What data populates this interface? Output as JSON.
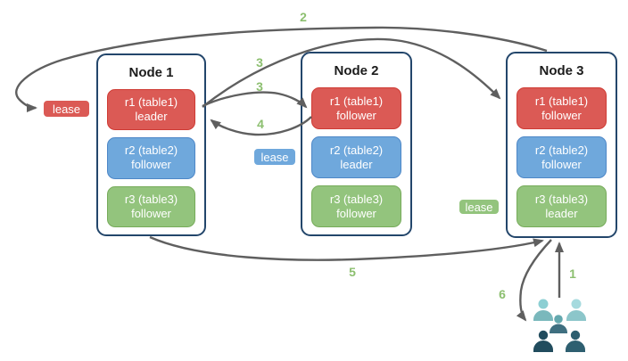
{
  "diagram": {
    "nodes": [
      {
        "title": "Node 1",
        "replicas": [
          {
            "name": "r1 (table1)",
            "role": "leader",
            "color": "red"
          },
          {
            "name": "r2 (table2)",
            "role": "follower",
            "color": "blue"
          },
          {
            "name": "r3 (table3)",
            "role": "follower",
            "color": "green"
          }
        ]
      },
      {
        "title": "Node 2",
        "replicas": [
          {
            "name": "r1 (table1)",
            "role": "follower",
            "color": "red"
          },
          {
            "name": "r2 (table2)",
            "role": "leader",
            "color": "blue"
          },
          {
            "name": "r3 (table3)",
            "role": "follower",
            "color": "green"
          }
        ]
      },
      {
        "title": "Node 3",
        "replicas": [
          {
            "name": "r1 (table1)",
            "role": "follower",
            "color": "red"
          },
          {
            "name": "r2 (table2)",
            "role": "follower",
            "color": "blue"
          },
          {
            "name": "r3 (table3)",
            "role": "leader",
            "color": "green"
          }
        ]
      }
    ],
    "leases": [
      {
        "label": "lease",
        "color": "red"
      },
      {
        "label": "lease",
        "color": "blue"
      },
      {
        "label": "lease",
        "color": "green"
      }
    ],
    "steps": {
      "s1": "1",
      "s2": "2",
      "s3a": "3",
      "s3b": "3",
      "s4": "4",
      "s5": "5",
      "s6": "6"
    },
    "colors": {
      "red-fill": "#db5a55",
      "red-stroke": "#cf3b34",
      "blue-fill": "#6fa8dc",
      "blue-stroke": "#4d87c7",
      "green-fill": "#93c47d",
      "green-stroke": "#76ab5a",
      "node-border": "#23466b",
      "arrow": "#5f5f5f",
      "step-label": "#8cbf6f",
      "title-text": "#1c1c1c",
      "box-text": "#ffffff"
    },
    "users_icon": {
      "name": "users-group-icon",
      "members": [
        {
          "position": "top-left",
          "head": "#8ccfd3",
          "body": "#7ab8bc"
        },
        {
          "position": "top-right",
          "head": "#a6dade",
          "body": "#8cc6ca"
        },
        {
          "position": "middle",
          "head": "#64a8ae",
          "body": "#3f6f80"
        },
        {
          "position": "bottom-left",
          "head": "#214c5e",
          "body": "#214c5e"
        },
        {
          "position": "bottom-right",
          "head": "#2e5f70",
          "body": "#2e5f70"
        }
      ]
    }
  }
}
